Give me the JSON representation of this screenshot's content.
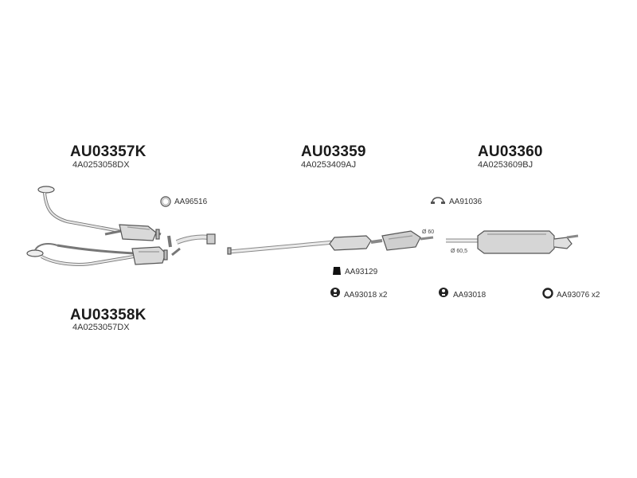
{
  "assemblies": [
    {
      "code": "AU03357K",
      "ref": "4A0253058DX"
    },
    {
      "code": "AU03358K",
      "ref": "4A0253057DX"
    },
    {
      "code": "AU03359",
      "ref": "4A0253409AJ"
    },
    {
      "code": "AU03360",
      "ref": "4A0253609BJ"
    }
  ],
  "accessories": [
    {
      "label": "AA96516",
      "icon": "gasket-ring-icon"
    },
    {
      "label": "AA91036",
      "icon": "pipe-clamp-icon"
    },
    {
      "label": "AA93129",
      "icon": "rubber-mount-icon"
    },
    {
      "label": "AA93018 x2",
      "icon": "rubber-hanger-icon"
    },
    {
      "label": "AA93018",
      "icon": "rubber-hanger-icon"
    },
    {
      "label": "AA93076 x2",
      "icon": "rubber-ring-icon"
    }
  ],
  "dimensions": {
    "d1": "Ø 60",
    "d2": "Ø 60,5"
  }
}
